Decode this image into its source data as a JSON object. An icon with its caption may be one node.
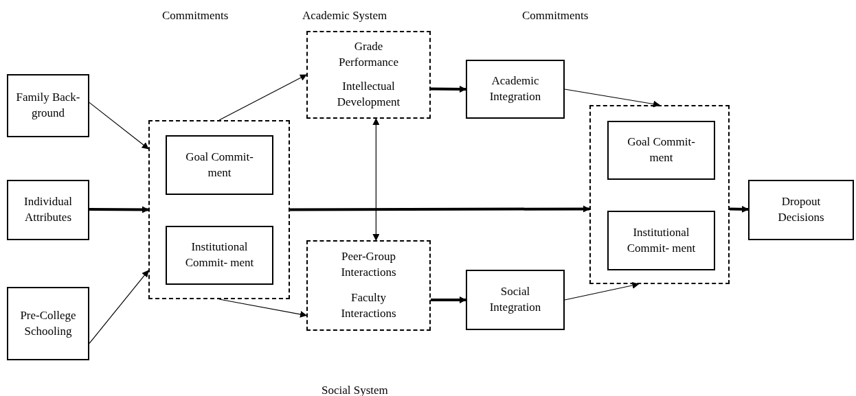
{
  "diagram": {
    "nodes": [
      {
        "text": [
          "Family Back- ground"
        ]
      },
      {
        "text": [
          "Individual Attributes"
        ]
      },
      {
        "text": [
          "Pre-College Schooling"
        ]
      },
      {
        "text": [],
        "shape": "box"
      },
      {
        "text": [
          "Goal Commit- ment"
        ],
        "in": 3
      },
      {
        "text": [
          "Institutional Commit- ment"
        ],
        "in": 3
      },
      {
        "text": [
          "Grade Performance",
          "Intellectual Development"
        ]
      },
      {
        "text": [
          "Peer-Group Interactions",
          "Faculty Interactions"
        ]
      },
      {
        "text": [
          "Academic Integration"
        ]
      },
      {
        "text": [
          "Social Integration"
        ]
      },
      {
        "text": [],
        "shape": "box"
      },
      {
        "text": [
          "Goal Commit- ment"
        ],
        "in": 10
      },
      {
        "text": [
          "Institutional Commit- ment"
        ],
        "in": 10
      },
      {
        "text": [
          "Dropout Decisions"
        ]
      }
    ],
    "edges": [
      {
        "from": 0,
        "to": 3,
        "arrow": "to"
      },
      {
        "from": 1,
        "to": 3,
        "arrow": "to",
        "style": "thick"
      },
      {
        "from": 2,
        "to": 3,
        "arrow": "to"
      },
      {
        "from": 3,
        "to": 6,
        "arrow": "to"
      },
      {
        "from": 3,
        "to": 7,
        "arrow": "to"
      },
      {
        "from": 6,
        "to": 7,
        "arrow": "both"
      },
      {
        "from": 6,
        "to": 8,
        "arrow": "to",
        "style": "thick"
      },
      {
        "from": 7,
        "to": 9,
        "arrow": "to",
        "style": "thick"
      },
      {
        "from": 3,
        "to": 10,
        "arrow": "to",
        "style": "thick"
      },
      {
        "from": 8,
        "to": 10,
        "arrow": "to"
      },
      {
        "from": 9,
        "to": 10,
        "arrow": "to"
      },
      {
        "from": 10,
        "to": 13,
        "arrow": "to",
        "style": "thick"
      }
    ],
    "labels": [
      "Commitments",
      "Academic System",
      "Commitments",
      "Social System"
    ]
  }
}
